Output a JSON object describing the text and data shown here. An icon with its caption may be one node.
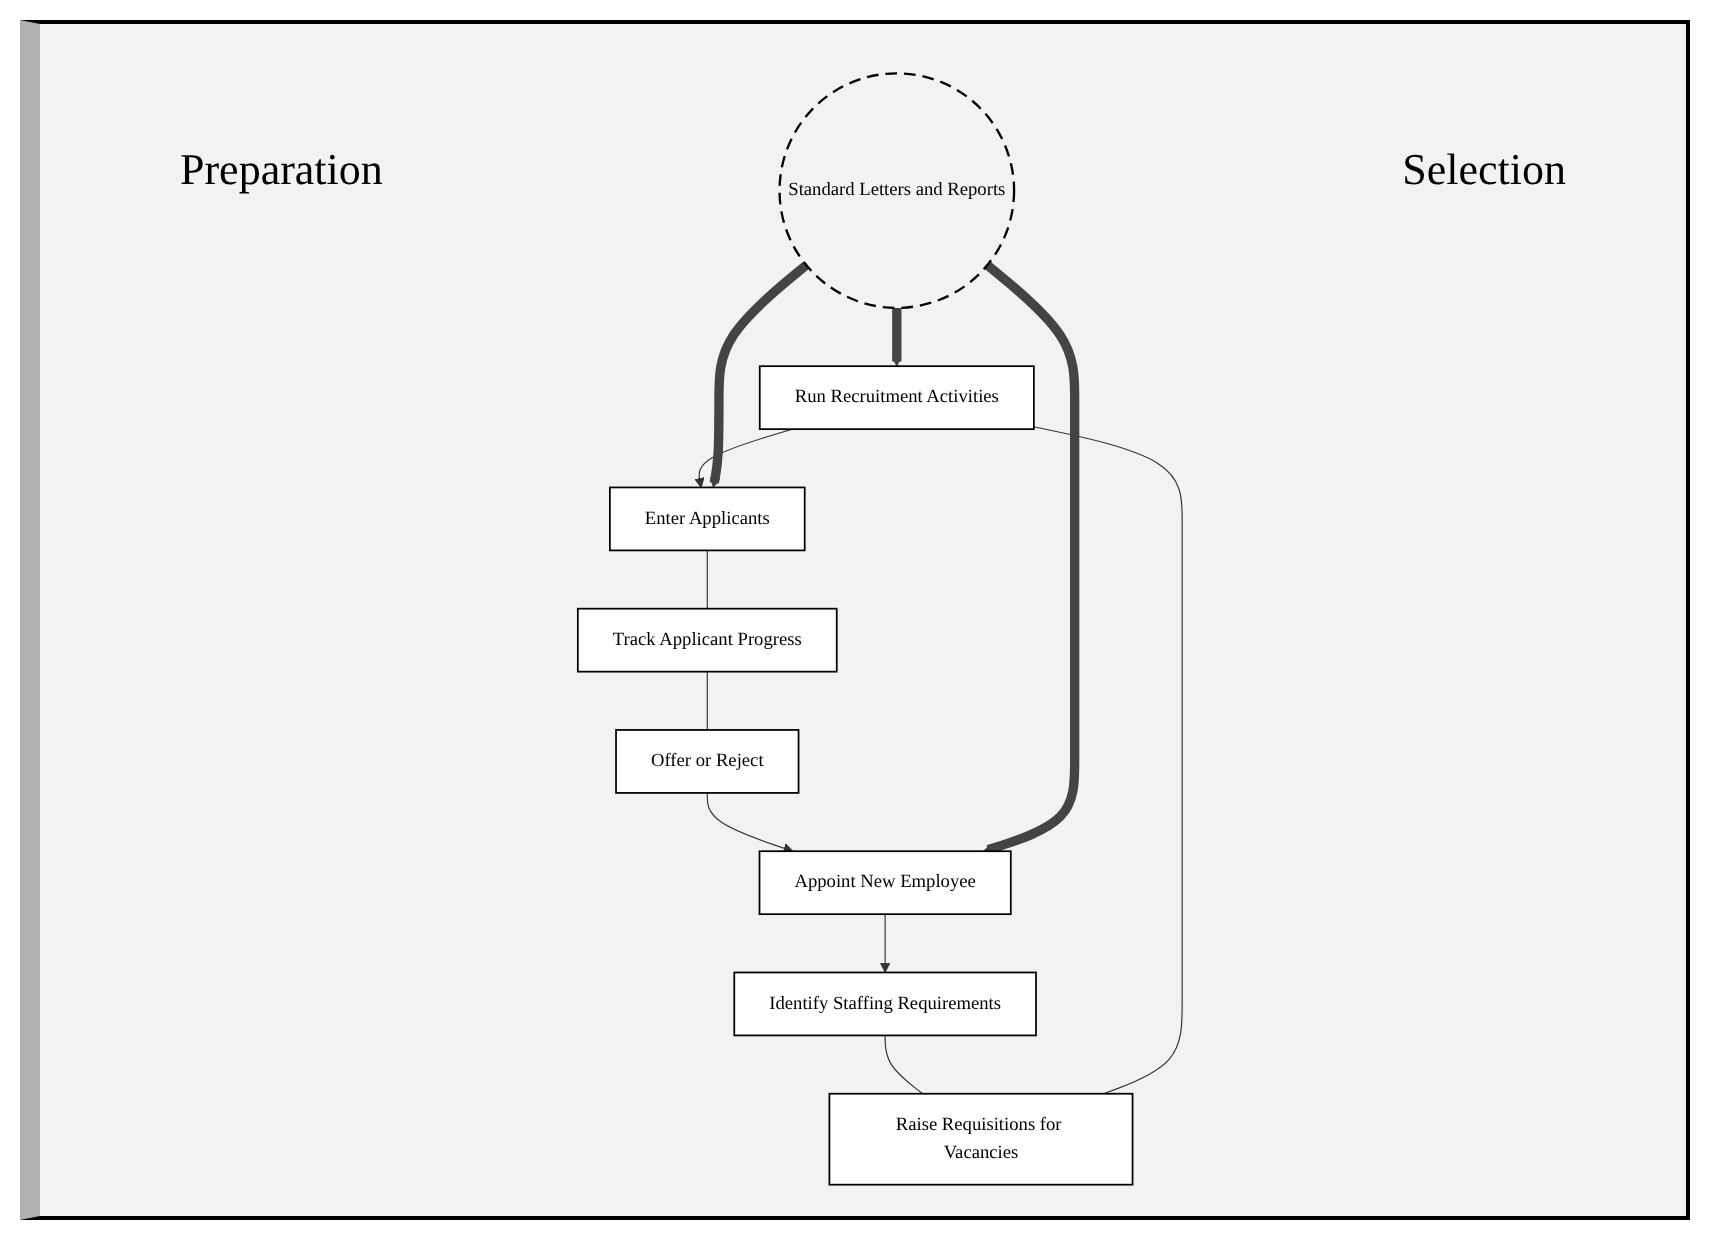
{
  "diagram": {
    "nodes": [
      {
        "text": [
          "Run Recruitment Activities"
        ]
      },
      {
        "text": [
          "Raise Requisitions for Vacancies"
        ]
      },
      {
        "text": [
          "Identify Staffing Requirements"
        ]
      },
      {
        "text": [
          "Standard Letters and Reports"
        ]
      },
      {
        "text": [
          "Enter Applicants"
        ]
      },
      {
        "text": [
          "Track Applicant Progress"
        ]
      },
      {
        "text": [
          "Offer or Reject"
        ]
      },
      {
        "text": [
          "Appoint New Employee"
        ]
      }
    ],
    "edges": [
      {
        "from": 0,
        "to": 4,
        "arrow": "to"
      },
      {
        "from": 4,
        "to": 5,
        "arrow": "none"
      },
      {
        "from": 5,
        "to": 6,
        "arrow": "none"
      },
      {
        "from": 6,
        "to": 7,
        "arrow": "to"
      },
      {
        "from": 7,
        "to": 2,
        "arrow": "to"
      },
      {
        "from": 2,
        "to": 1,
        "arrow": "none"
      },
      {
        "from": 1,
        "to": 0,
        "arrow": "none"
      },
      {
        "from": 3,
        "to": 0,
        "arrow": "to",
        "style": "thick",
        "color": "#444444"
      },
      {
        "from": 3,
        "to": 4,
        "arrow": "to",
        "style": "thick",
        "color": "#444444"
      },
      {
        "from": 3,
        "to": 7,
        "arrow": "to",
        "style": "thick",
        "color": "#444444"
      }
    ],
    "labels": [
      "Preparation",
      "Selection"
    ]
  }
}
